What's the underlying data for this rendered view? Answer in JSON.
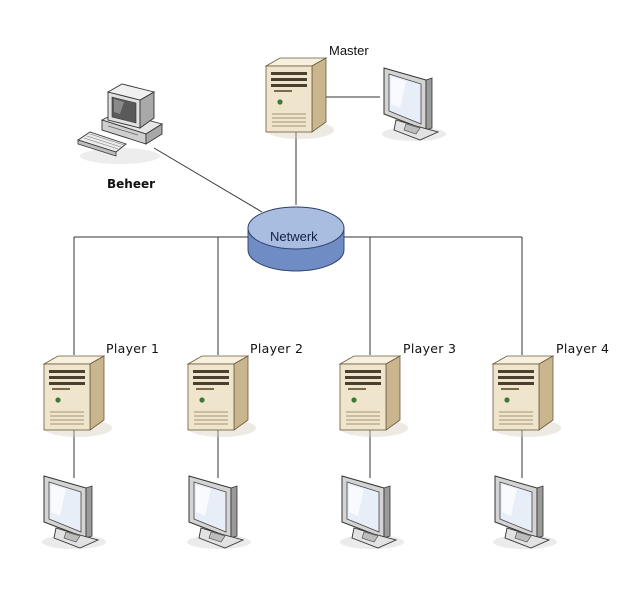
{
  "nodes": {
    "master": {
      "label": "Master",
      "icon": "server-icon"
    },
    "master_monitor": {
      "icon": "monitor-icon"
    },
    "beheer": {
      "label": "Beheer",
      "icon": "workstation-icon"
    },
    "network": {
      "label": "Netwerk",
      "icon": "network-hub-icon"
    },
    "players": [
      {
        "label": "Player 1",
        "icon": "server-icon"
      },
      {
        "label": "Player 2",
        "icon": "server-icon"
      },
      {
        "label": "Player 3",
        "icon": "server-icon"
      },
      {
        "label": "Player 4",
        "icon": "server-icon"
      }
    ]
  },
  "colors": {
    "line": "#333333",
    "server_front": "#efe4cc",
    "server_side": "#c9b58e",
    "server_top": "#f7f0df",
    "network_top": "#a9bde0",
    "network_side": "#6f8cc4",
    "monitor_screen": "#e8eef7"
  }
}
